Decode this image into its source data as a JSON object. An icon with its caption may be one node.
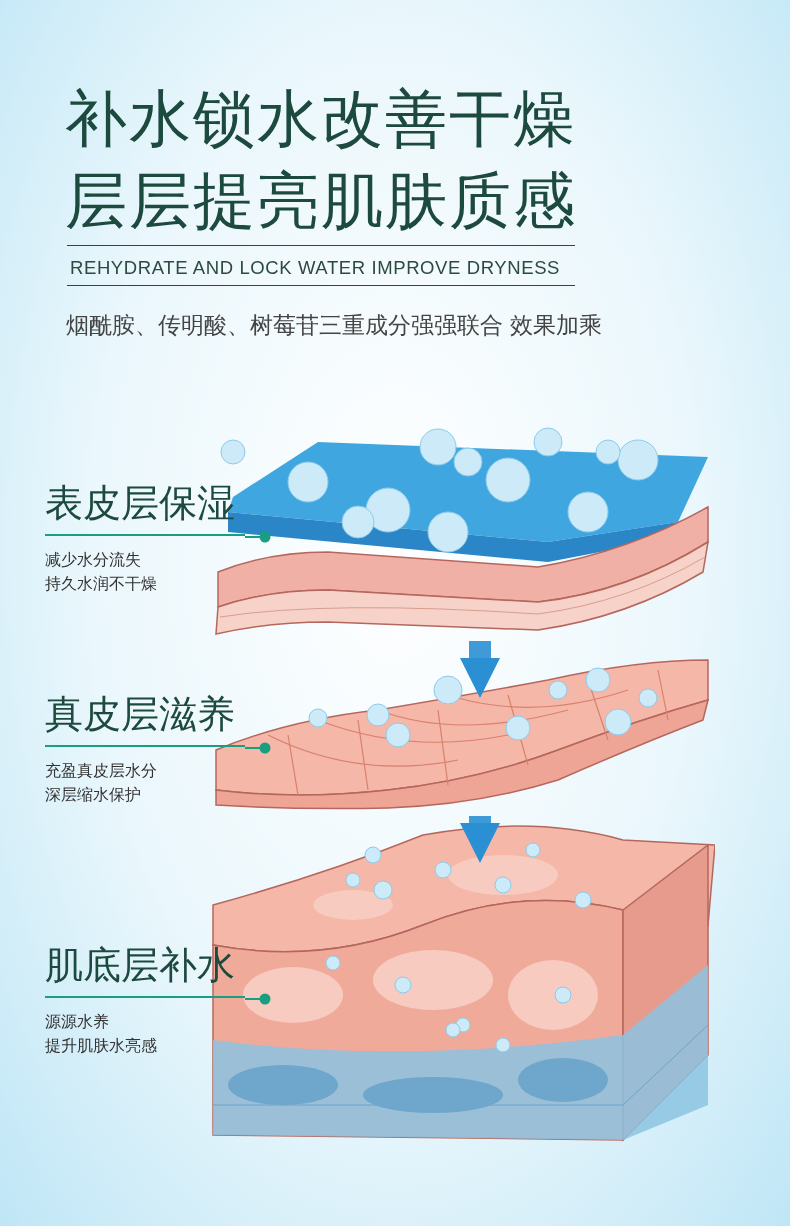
{
  "diagram": {
    "title": "补水锁水改善干燥层层提亮肌肤质感",
    "nodes": [
      {
        "text": [
          "表皮层保湿",
          "减少水分流失",
          "持久水润不干燥"
        ]
      },
      {
        "text": [],
        "shape": "picture"
      },
      {
        "text": [
          "真皮层滋养",
          "充盈真皮层水分",
          "深层缩水保护"
        ]
      },
      {
        "text": [],
        "shape": "picture"
      },
      {
        "text": [
          "肌底层补水",
          "源源水养",
          "提升肌肤水亮感"
        ]
      },
      {
        "text": [],
        "shape": "picture"
      }
    ],
    "edges": [
      {
        "from": 0,
        "to": 1,
        "arrow": "other"
      },
      {
        "from": 2,
        "to": 3,
        "arrow": "other"
      },
      {
        "from": 4,
        "to": 5,
        "arrow": "other"
      },
      {
        "from": 1,
        "to": 3,
        "arrow": "to",
        "style": "thick",
        "color": "#2b8fd4"
      },
      {
        "from": 3,
        "to": 5,
        "arrow": "to",
        "style": "thick",
        "color": "#2b8fd4"
      }
    ],
    "labels": [
      "REHYDRATE AND LOCK WATER IMPROVE DRYNESS",
      "烟酰胺、传明酸、树莓苷三重成分强强联合 效果加乘"
    ]
  }
}
